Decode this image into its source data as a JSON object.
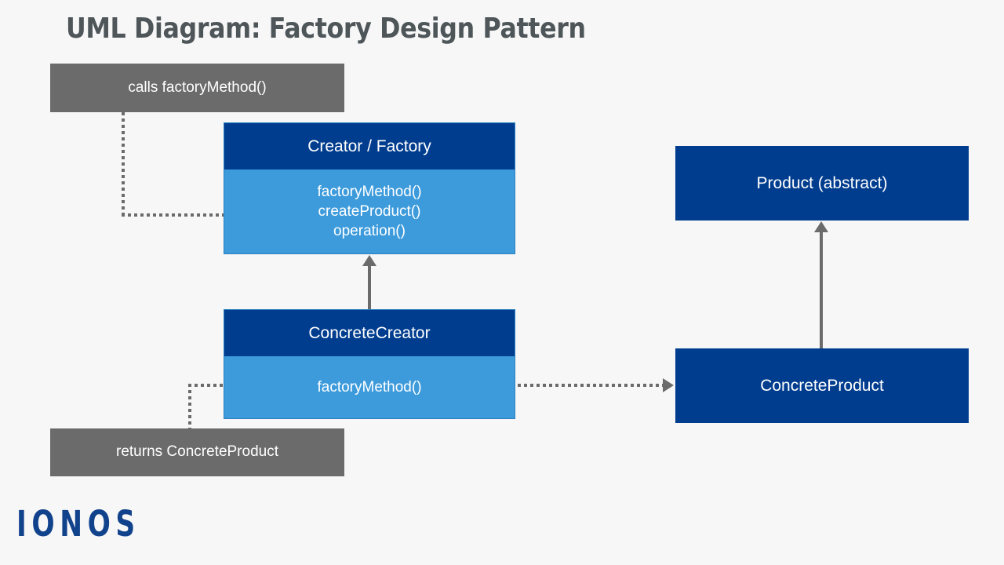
{
  "page": {
    "title": "UML Diagram: Factory Design Pattern",
    "background_color": "#f7f7f7",
    "logo_text": "IONOS"
  },
  "colors": {
    "class_header": "#003d8f",
    "class_body": "#3d9bdc",
    "note": "#6b6b6b",
    "connector": "#6b6b6b",
    "title_text": "#4e5659",
    "logo": "#11428c"
  },
  "notes": [
    {
      "id": "calls",
      "text": "calls factoryMethod()"
    },
    {
      "id": "returns",
      "text": "returns ConcreteProduct"
    }
  ],
  "classes": {
    "creator": {
      "name": "Creator / Factory",
      "methods": [
        "factoryMethod()",
        "createProduct()",
        "operation()"
      ],
      "methods_text": "factoryMethod()\ncreateProduct()\noperation()"
    },
    "concrete_creator": {
      "name": "ConcreteCreator",
      "methods": [
        "factoryMethod()"
      ],
      "methods_text": "factoryMethod()"
    },
    "product": {
      "name": "Product (abstract)"
    },
    "concrete_product": {
      "name": "ConcreteProduct"
    }
  },
  "connectors": [
    {
      "id": "calls-to-creator",
      "style": "dotted",
      "from": "note:calls",
      "to": "class:creator",
      "arrowhead": "none"
    },
    {
      "id": "concretecreator-to-creator",
      "style": "solid",
      "from": "class:concrete_creator",
      "to": "class:creator",
      "arrowhead": "up"
    },
    {
      "id": "concretecreator-to-concreteproduct",
      "style": "dotted",
      "from": "class:concrete_creator",
      "to": "class:concrete_product",
      "arrowhead": "right"
    },
    {
      "id": "concreteproduct-to-product",
      "style": "solid",
      "from": "class:concrete_product",
      "to": "class:product",
      "arrowhead": "up"
    },
    {
      "id": "returns-to-concretecreator",
      "style": "dotted",
      "from": "note:returns",
      "to": "class:concrete_creator",
      "arrowhead": "none"
    }
  ]
}
